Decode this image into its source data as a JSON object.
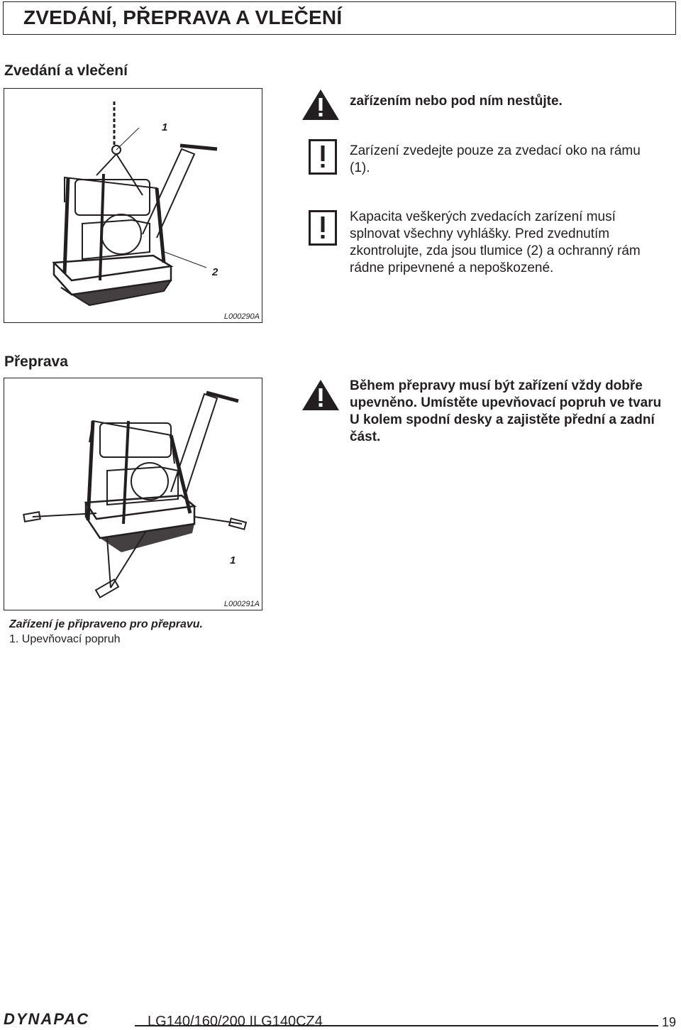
{
  "header": {
    "title": "ZVEDÁNÍ, PŘEPRAVA A VLEČENÍ"
  },
  "section1": {
    "title": "Zvedání a vlečení",
    "figure": {
      "code": "L000290A",
      "callout_1": "1",
      "callout_2": "2"
    },
    "warnings": [
      {
        "icon": "warning-triangle-icon",
        "text": "zařízením nebo pod ním nestůjte."
      },
      {
        "icon": "important-square-icon",
        "text": "Zarízení zvedejte pouze za zvedací oko na rámu (1)."
      },
      {
        "icon": "important-square-icon",
        "text": "Kapacita veškerých zvedacích zarízení musí splnovat všechny vyhlášky. Pred zvednutím zkontrolujte, zda jsou tlumice (2) a ochranný rám rádne pripevnené a nepoškozené."
      }
    ]
  },
  "section2": {
    "title": "Přeprava",
    "figure": {
      "code": "L000291A",
      "callout_1": "1"
    },
    "warning": {
      "icon": "warning-triangle-icon",
      "text": "Během přepravy musí být zařízení vždy dobře upevněno. Umístěte upevňovací popruh ve tvaru U kolem spodní desky a zajistěte přední a zadní část."
    },
    "caption": {
      "title": "Zařízení je připraveno pro přepravu.",
      "item": "1. Upevňovací popruh"
    }
  },
  "footer": {
    "brand": "DYNAPAC",
    "model": "LG140/160/200  ILG140CZ4",
    "page": "19"
  }
}
